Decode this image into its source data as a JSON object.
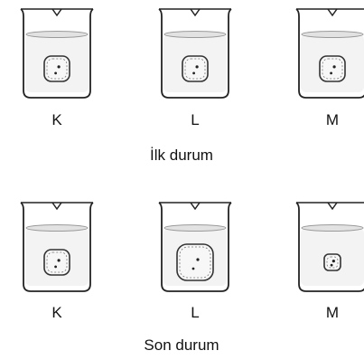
{
  "rows": [
    {
      "caption": "İlk durum",
      "beakers": [
        {
          "label": "K",
          "cell_size": "medium"
        },
        {
          "label": "L",
          "cell_size": "medium"
        },
        {
          "label": "M",
          "cell_size": "medium"
        }
      ]
    },
    {
      "caption": "Son durum",
      "beakers": [
        {
          "label": "K",
          "cell_size": "medium"
        },
        {
          "label": "L",
          "cell_size": "large"
        },
        {
          "label": "M",
          "cell_size": "small"
        }
      ]
    }
  ]
}
